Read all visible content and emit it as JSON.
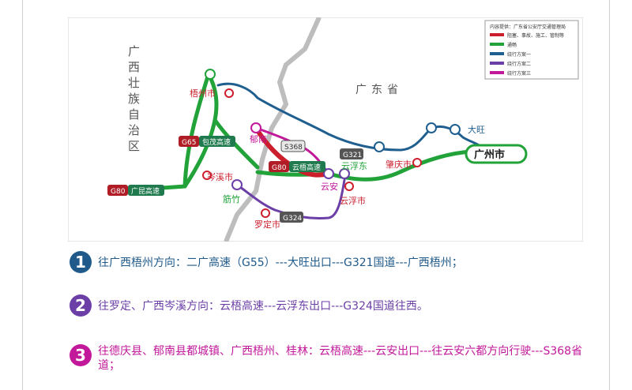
{
  "legend": {
    "title": "内容提供：广东省公安厅交通管理局",
    "items": [
      {
        "color": "#cc1f2d",
        "label": "阻塞、事故、施工、管制等"
      },
      {
        "color": "#22a33a",
        "label": "通畅"
      },
      {
        "color": "#1f5f8f",
        "label": "绕行方案一"
      },
      {
        "color": "#6b3fa6",
        "label": "绕行方案二"
      },
      {
        "color": "#c2189a",
        "label": "绕行方案三"
      }
    ]
  },
  "regions": {
    "guangxi": "广西壮族自治区",
    "guangdong": "广东省"
  },
  "places": {
    "wuzhou": "梧州市",
    "yunan": "郁南",
    "cenxi": "岑溪市",
    "jinzhu": "筋竹",
    "luoding": "罗定市",
    "yunan2": "云安",
    "yunfu": "云浮市",
    "yunfudong": "云浮东",
    "zhaoqing": "肇庆市",
    "dawang": "大旺",
    "guangzhou": "广州市"
  },
  "roads": {
    "g65": {
      "code": "G65",
      "name": "包茂高速"
    },
    "g80a": {
      "code": "G80",
      "name": "广昆高速"
    },
    "g80b": {
      "code": "G80",
      "name": "云梧高速"
    },
    "s368": "S368",
    "g321": "G321",
    "g324": "G324"
  },
  "routes": [
    {
      "num": "1",
      "color": "#1f5a8a",
      "text": "往广西梧州方向：二广高速（G55）---大旺出口---G321国道---广西梧州；"
    },
    {
      "num": "2",
      "color": "#6b3fa6",
      "text": "往罗定、广西岑溪方向：云梧高速---云浮东出口---G324国道往西。"
    },
    {
      "num": "3",
      "color": "#c2189a",
      "text": "往德庆县、郁南县都城镇、广西梧州、桂林：云梧高速---云安出口---往云安六都方向行驶---S368省道；"
    }
  ]
}
